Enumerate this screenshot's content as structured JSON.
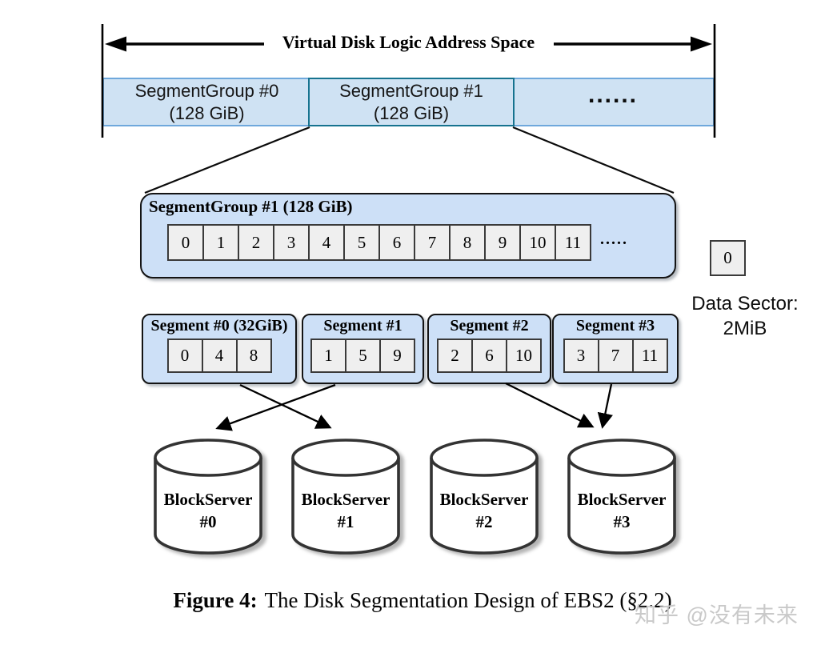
{
  "colors": {
    "band_fill": "#cfe2f3",
    "band_border": "#6fa8dc",
    "highlight_border": "#16738f",
    "box_fill": "#cde0f7",
    "box_border": "#141414",
    "cell_fill": "#efefef",
    "cell_border": "#3a3a3a",
    "watermark": "#c9c9c9"
  },
  "address_space": {
    "label": "Virtual Disk Logic Address Space",
    "groups": [
      {
        "name": "SegmentGroup #0",
        "size": "(128 GiB)"
      },
      {
        "name": "SegmentGroup #1",
        "size": "(128 GiB)"
      }
    ],
    "ellipsis": "......"
  },
  "group_detail": {
    "title": "SegmentGroup #1 (128 GiB)",
    "cells": [
      "0",
      "1",
      "2",
      "3",
      "4",
      "5",
      "6",
      "7",
      "8",
      "9",
      "10",
      "11"
    ],
    "ellipsis": "....."
  },
  "data_sector": {
    "cell": "0",
    "label": "Data Sector:",
    "size": "2MiB"
  },
  "segments": [
    {
      "title": "Segment #0 (32GiB)",
      "cells": [
        "0",
        "4",
        "8"
      ]
    },
    {
      "title": "Segment #1",
      "cells": [
        "1",
        "5",
        "9"
      ]
    },
    {
      "title": "Segment #2",
      "cells": [
        "2",
        "6",
        "10"
      ]
    },
    {
      "title": "Segment #3",
      "cells": [
        "3",
        "7",
        "11"
      ]
    }
  ],
  "block_servers": [
    {
      "name": "BlockServer",
      "id": "#0"
    },
    {
      "name": "BlockServer",
      "id": "#1"
    },
    {
      "name": "BlockServer",
      "id": "#2"
    },
    {
      "name": "BlockServer",
      "id": "#3"
    }
  ],
  "caption": {
    "label": "Figure 4:",
    "text": "The Disk Segmentation Design of EBS2 (§2.2)"
  },
  "watermark": "知乎 @没有未来"
}
